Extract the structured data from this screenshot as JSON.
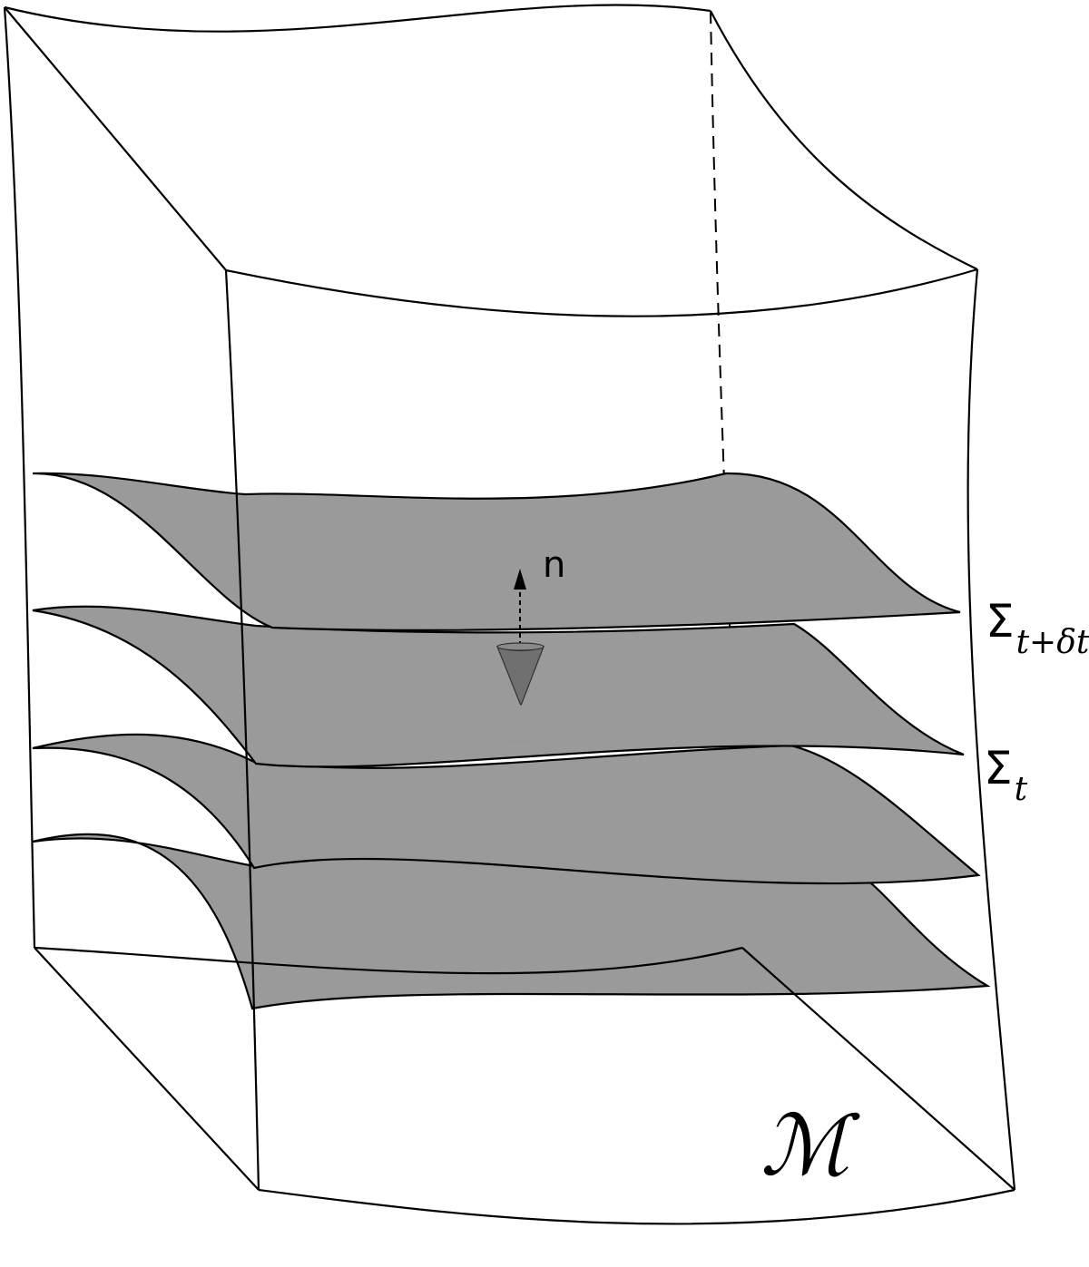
{
  "labels": {
    "normal": "n",
    "slice_upper_symbol": "Σ",
    "slice_upper_subscript": "t+δt",
    "slice_lower_symbol": "Σ",
    "slice_lower_subscript": "t",
    "manifold": "ℳ"
  },
  "colors": {
    "slice_fill": "#9a9a9a",
    "line": "#000000",
    "background": "#ffffff",
    "cone_fill": "#707070"
  }
}
